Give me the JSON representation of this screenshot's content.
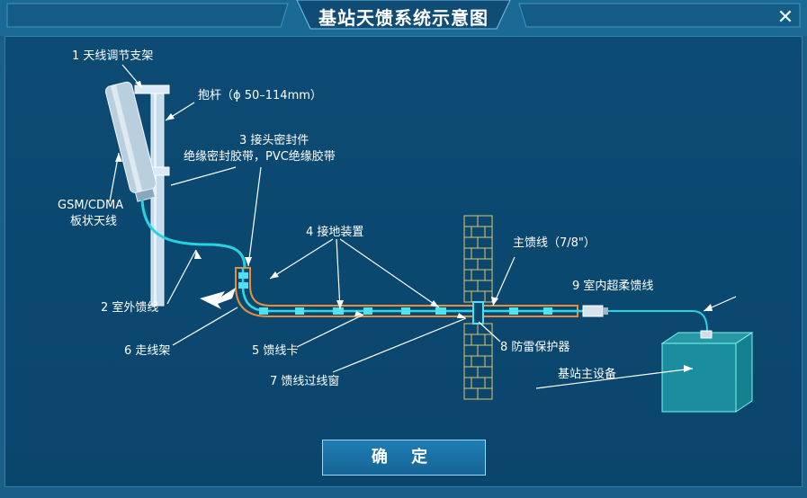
{
  "window": {
    "title": "基站天馈系统示意图",
    "ok_label": "确 定"
  },
  "labels": {
    "bracket": "1 天线调节支架",
    "pole": "抱杆（ϕ 50–114mm）",
    "seal_1": "3 接头密封件",
    "seal_2": "绝缘密封胶带，PVC绝缘胶带",
    "antenna_1": "GSM/CDMA",
    "antenna_2": "板状天线",
    "grounding": "4 接地装置",
    "main_feeder": "主馈线（7/8\"）",
    "jumper": "9 室内超柔馈线",
    "outdoor_feeder": "2 室外馈线",
    "cable_tray": "6 走线架",
    "feeder_clip": "5 馈线卡",
    "lightning": "8 防雷保护器",
    "bts": "基站主设备",
    "feedthrough": "7 馈线过线窗"
  },
  "colors": {
    "frame": "#1a5f86",
    "background": "#0b4870",
    "cable": "#27d3e0",
    "tray": "#e58f3c",
    "wall": "#e2c56a",
    "bts_box": "#28c9c6"
  }
}
